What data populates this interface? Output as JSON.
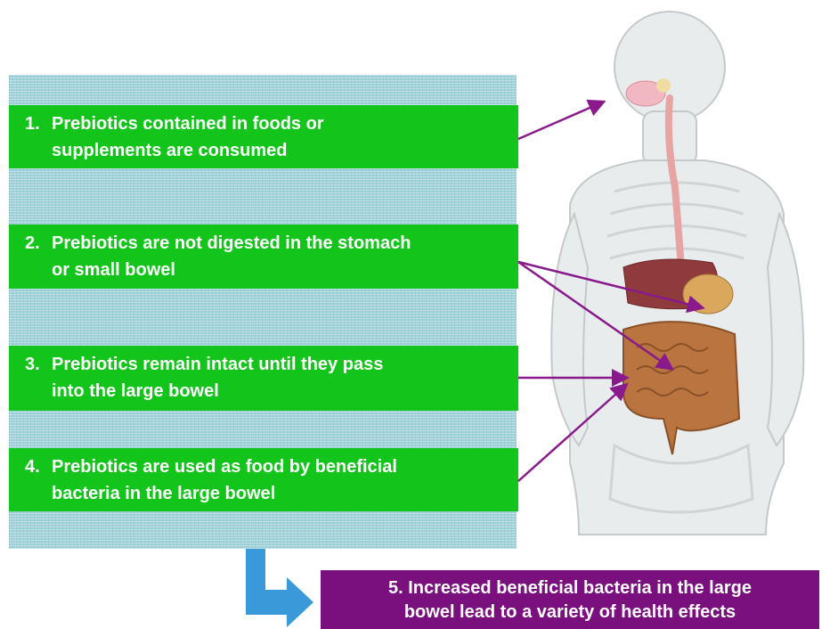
{
  "steps": [
    {
      "num": "1.",
      "line1": "Prebiotics contained in foods or",
      "line2": "supplements are consumed"
    },
    {
      "num": "2.",
      "line1": "Prebiotics are not digested in the stomach",
      "line2": "or small bowel"
    },
    {
      "num": "3.",
      "line1": "Prebiotics remain intact until they pass",
      "line2": "into the large bowel"
    },
    {
      "num": "4.",
      "line1": "Prebiotics are used as food by beneficial",
      "line2": "bacteria in the large bowel"
    }
  ],
  "result": {
    "line1": "5. Increased beneficial bacteria in the large",
    "line2": "bowel lead to a variety of health effects"
  },
  "colors": {
    "step_bg": "#13c51b",
    "panel_bg": "#9fd1d9",
    "result_bg": "#7a0f7e",
    "arrow": "#8a1a8c",
    "flow_arrow": "#3a9ad9"
  },
  "illustration": "human-digestive-system"
}
